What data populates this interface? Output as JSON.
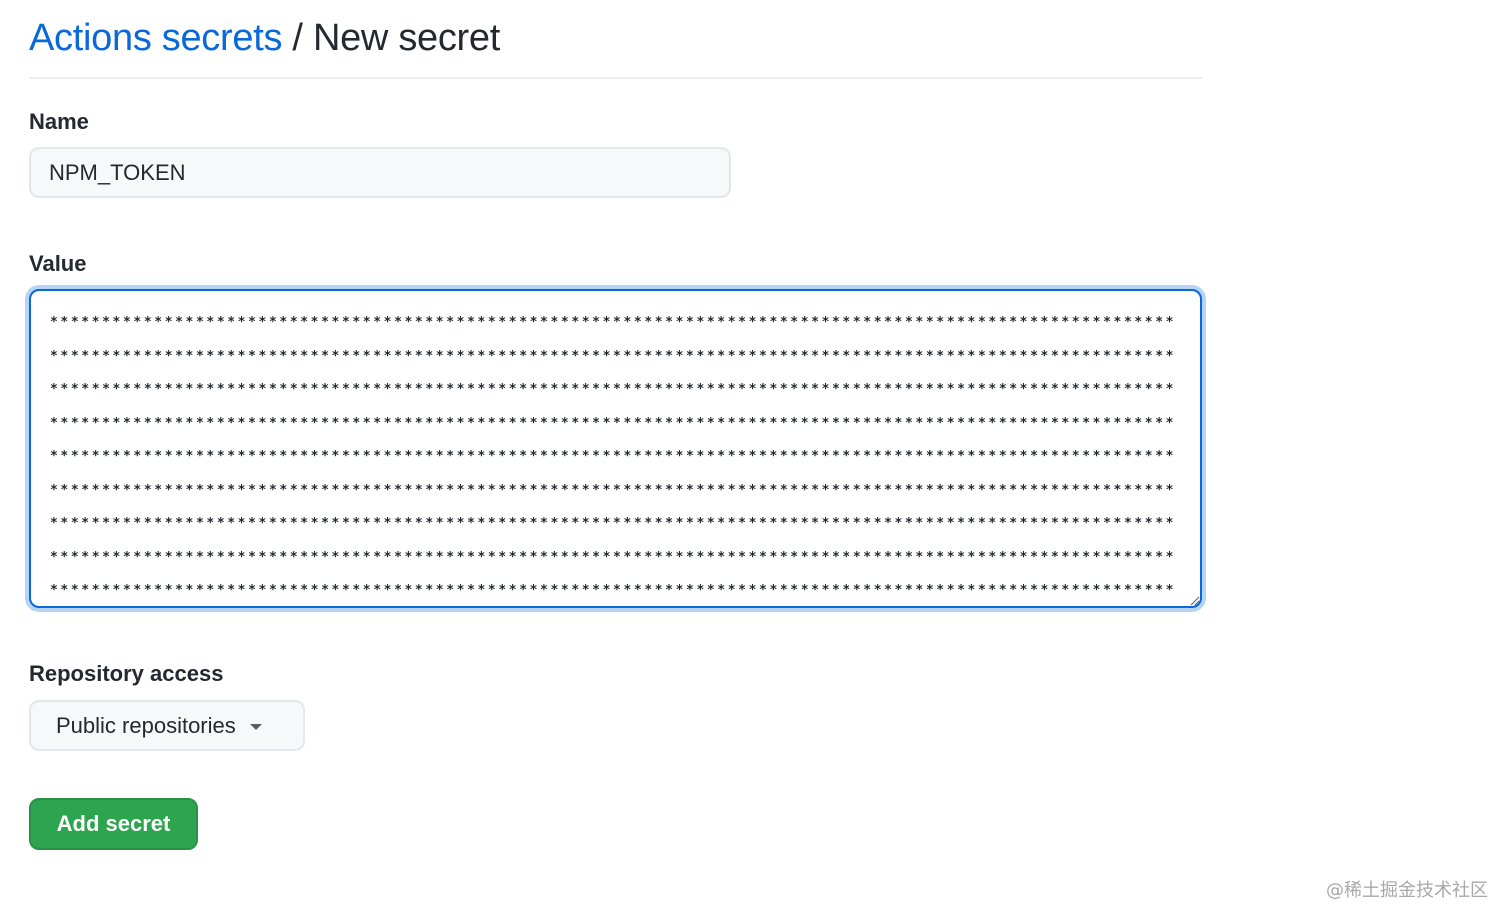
{
  "header": {
    "breadcrumb_link": "Actions secrets",
    "separator": " / ",
    "current": "New secret"
  },
  "form": {
    "name_label": "Name",
    "name_value": "NPM_TOKEN",
    "value_label": "Value",
    "value_masked": "************************************************************************************************************\n************************************************************************************************************\n************************************************************************************************************\n************************************************************************************************************\n************************************************************************************************************\n************************************************************************************************************\n************************************************************************************************************\n************************************************************************************************************\n************************************************************************************************************",
    "access_label": "Repository access",
    "access_selected": "Public repositories",
    "submit_label": "Add secret"
  },
  "colors": {
    "link": "#0969da",
    "primary_button": "#2da44e",
    "focus_ring": "#b6d4f5"
  },
  "watermark": "@稀土掘金技术社区"
}
